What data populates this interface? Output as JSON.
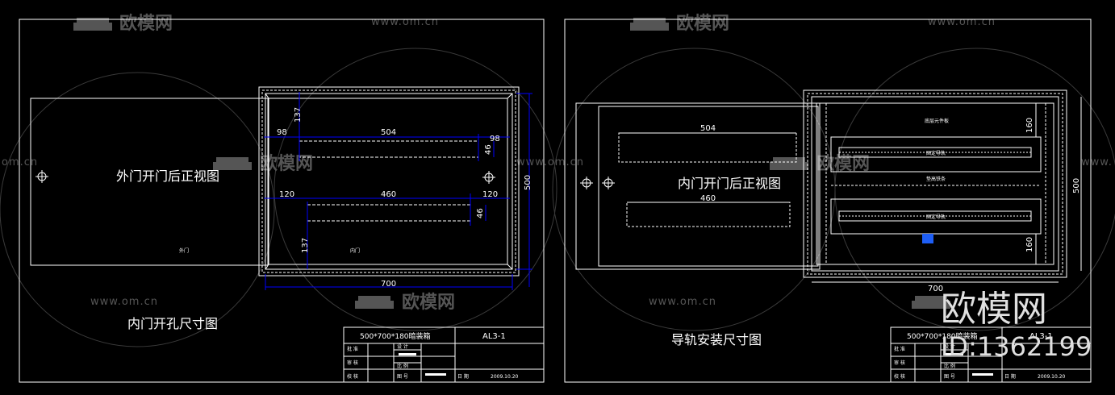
{
  "colors": {
    "background": "#000000",
    "line": "#ffffff",
    "dimension": "#0000ff",
    "watermark": "#555555",
    "highlight": "#1e5ef5"
  },
  "left_panel": {
    "inner_label": "外门开门后正视图",
    "caption": "内门开孔尺寸图",
    "outer_door_label": "外门",
    "inner_door_label": "内门",
    "dims": {
      "w504": "504",
      "w460": "460",
      "w700": "700",
      "h500": "500",
      "l98": "98",
      "r98": "98",
      "l120": "120",
      "r120": "120",
      "h46a": "46",
      "h46b": "46",
      "h137a": "137",
      "h137b": "137"
    }
  },
  "right_panel": {
    "inner_label": "内门开门后正视图",
    "caption": "导轨安装尺寸图",
    "top_board": "底层元件板",
    "rail1": "固定导轨",
    "middle": "垫高铁条",
    "rail2": "固定导轨",
    "dims": {
      "w504": "504",
      "w460": "460",
      "w700": "700",
      "h500": "500",
      "h160a": "160",
      "h160b": "160"
    }
  },
  "title_block": {
    "title": "500*700*180暗装箱",
    "code": "AL3-1",
    "date": "2009.10.20",
    "cells": [
      "批 准",
      "设 计",
      "审 核",
      "比 例",
      "校 核",
      "图 号",
      "日 期"
    ]
  },
  "watermarks": {
    "brand": "欧模网",
    "url": "www.om.cn",
    "url_edge": "om.cn",
    "url_edge_right": "www.",
    "big_brand": "欧模网",
    "id": "ID:1362199"
  }
}
